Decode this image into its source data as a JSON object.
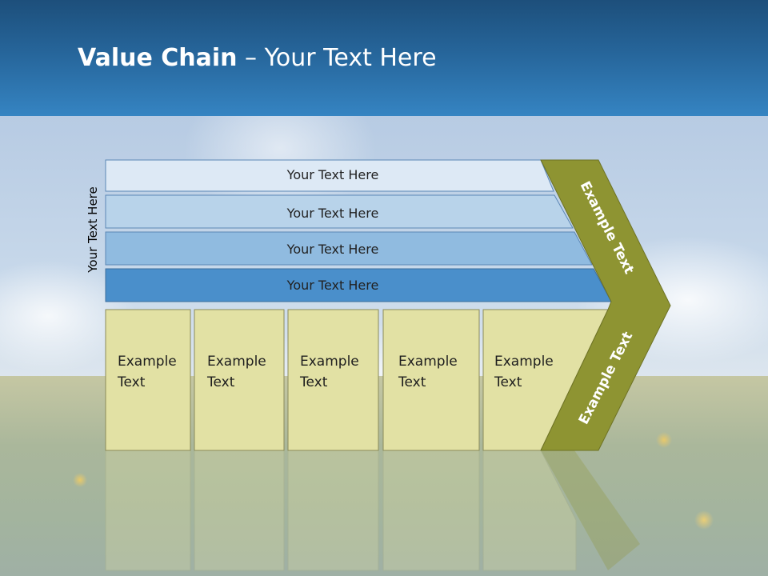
{
  "slide": {
    "title_bold": "Value Chain",
    "title_rest": " – Your Text Here",
    "vertical_label": "Your Text Here"
  },
  "bars": [
    {
      "label": "Your Text Here",
      "color": "#dde9f5"
    },
    {
      "label": "Your Text Here",
      "color": "#b8d3ea"
    },
    {
      "label": "Your Text Here",
      "color": "#90bbe0"
    },
    {
      "label": "Your Text Here",
      "color": "#4a8fcb"
    }
  ],
  "boxes": [
    {
      "line1": "Example",
      "line2": "Text"
    },
    {
      "line1": "Example",
      "line2": "Text"
    },
    {
      "line1": "Example",
      "line2": "Text"
    },
    {
      "line1": "Example",
      "line2": "Text"
    },
    {
      "line1": "Example",
      "line2": "Text"
    }
  ],
  "chevron": {
    "upper_label": "Example Text",
    "lower_label": "Example Text",
    "color": "#8e9432"
  },
  "colors": {
    "box_fill": "#e2e1a4",
    "header": "#2a6ca4"
  }
}
